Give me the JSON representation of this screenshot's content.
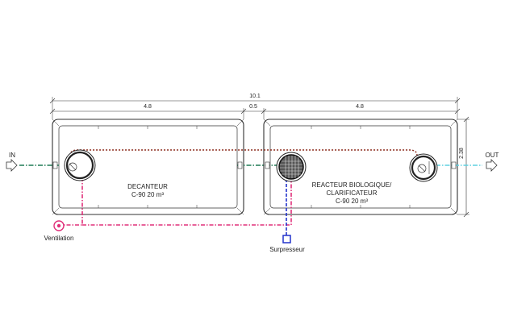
{
  "dimensions": {
    "total": "10.1",
    "left_tank": "4.8",
    "gap": "0.5",
    "right_tank": "4.8",
    "height": "2.38"
  },
  "labels": {
    "in": "IN",
    "out": "OUT",
    "decanteur_name": "DECANTEUR",
    "decanteur_spec": "C-90 20 m³",
    "reacteur_name_1": "REACTEUR BIOLOGIQUE/",
    "reacteur_name_2": "CLARIFICATEUR",
    "reacteur_spec": "C-90 20 m³",
    "ventilation": "Ventilation",
    "surpresseur": "Surpresseur"
  },
  "colors": {
    "tank_outline": "#333333",
    "inflow_pipe": "#1f7a55",
    "transfer_pipe": "#1f7a55",
    "outflow_pipe": "#5fd0e0",
    "ventilation_pipe": "#e0307a",
    "recirculation_pipe": "#8b2a1c",
    "air_pipe": "#2233cc",
    "surpresseur_box": "#2233cc",
    "ventilation_symbol": "#e0307a"
  }
}
